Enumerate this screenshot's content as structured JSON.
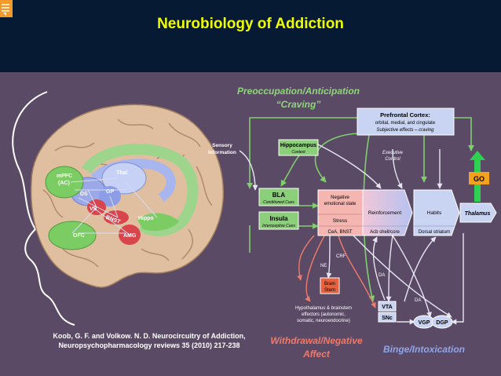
{
  "slide": {
    "title": "Neurobiology of Addiction",
    "citation_line1": "Koob, G. F. and Volkow. N. D. Neurocircuitry of Addiction,",
    "citation_line2": "Neuropsychopharmacology reviews 35 (2010) 217-238"
  },
  "brain_labels": {
    "mpfc": [
      "mPFC",
      "(AC)"
    ],
    "thal": "Thal",
    "ds": "DS",
    "gp": "GP",
    "vs": "VS",
    "bnst": "BNST",
    "hippo": "Hippo",
    "amg": "AMG",
    "ofc": "OFC"
  },
  "stages": {
    "preoccupation": "Preoccupation/Anticipation",
    "craving": "“Craving”",
    "withdrawal_1": "Withdrawal/Negative",
    "withdrawal_2": "Affect",
    "binge": "Binge/Intoxication"
  },
  "nodes": {
    "pfc_title": "Prefrontal Cortex:",
    "pfc_sub1": "orbital, medial, and cingulate",
    "pfc_sub2": "Subjective effects – craving",
    "sensory_1": "Sensory",
    "sensory_2": "Information",
    "hippocampus": "Hippocampus",
    "hippocampus_sub": "Context",
    "executive_1": "Executive",
    "executive_2": "Control",
    "bla": "BLA",
    "bla_sub": "Conditioned Cues",
    "insula": "Insula",
    "insula_sub": "Interoceptive Cues",
    "neg_1": "Negative",
    "neg_2": "emotional state",
    "stress": "Stress",
    "cea": "CeA, BNST",
    "reinforcement": "Reinforcement",
    "acb": "Acb shell/core",
    "habits": "Habits",
    "dorsal": "Dorsal striatum",
    "thalamus": "Thalamus",
    "go": "GO",
    "crf": "CRF",
    "ne": "NE",
    "brainstem_1": "Brain",
    "brainstem_2": "Stem",
    "da_1": "DA",
    "da_2": "DA",
    "hypo_1": "Hypothalamus & brainstem",
    "hypo_2": "effectors (autonomic,",
    "hypo_3": "somatic, neuroendocrine)",
    "vta": "VTA",
    "snc": "SNc",
    "vgp": "VGP",
    "dgp": "DGP"
  },
  "colors": {
    "title": "#f0ff00",
    "header": "#061a33",
    "background": "#5b4a66",
    "green_node": "#8ccf7a",
    "pink_node": "#f5b5b0",
    "blue_node": "#c9d3f2",
    "gold": "#f4a21d"
  }
}
